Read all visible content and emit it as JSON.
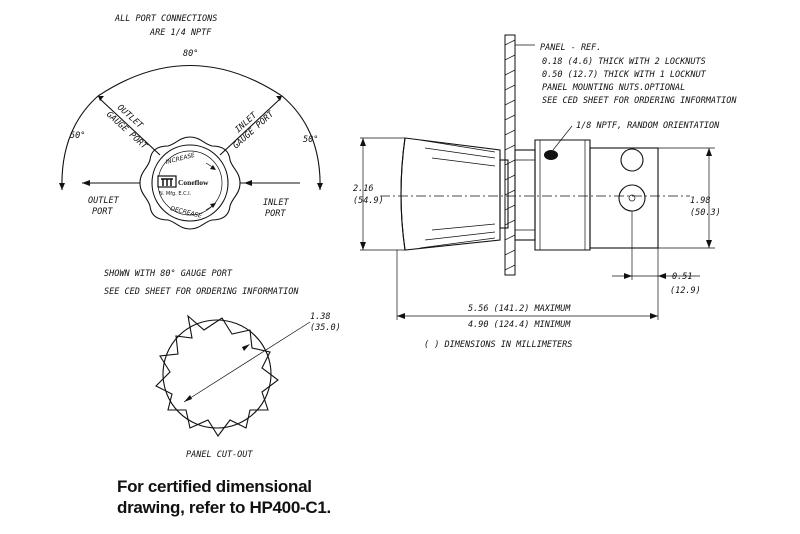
{
  "labels": {
    "port_note_1": "ALL PORT CONNECTIONS",
    "port_note_2": "ARE 1/4 NPTF",
    "angle_top": "80°",
    "angle_left": "50°",
    "angle_right": "50°",
    "outlet_gauge_1": "OUTLET",
    "outlet_gauge_2": "GAUGE PORT",
    "inlet_gauge_1": "INLET",
    "inlet_gauge_2": "GAUGE PORT",
    "increase": "INCREASE",
    "decrease": "DECREASE",
    "outlet_port_1": "OUTLET",
    "outlet_port_2": "PORT",
    "inlet_port_1": "INLET",
    "inlet_port_2": "PORT",
    "logo_brand": "Coneflow",
    "logo_sub": "N. Mfg. E.C.I.",
    "shown_1": "SHOWN WITH 80° GAUGE PORT",
    "shown_2": "SEE CED SHEET FOR ORDERING INFORMATION",
    "cutout_dia_1": "1.38",
    "cutout_dia_2": "(35.0)",
    "panel_cutout": "PANEL CUT-OUT",
    "panel_ref_1": "PANEL - REF.",
    "panel_ref_2": "0.18 (4.6) THICK WITH 2 LOCKNUTS",
    "panel_ref_3": "0.50 (12.7) THICK WITH 1 LOCKNUT",
    "panel_ref_4": "PANEL MOUNTING NUTS.OPTIONAL",
    "panel_ref_5": "SEE CED SHEET FOR ORDERING INFORMATION",
    "nptf_note": "1/8 NPTF, RANDOM ORIENTATION",
    "dia_left_1": "2.16",
    "dia_left_2": "(54.9)",
    "dia_right_1": "1.98",
    "dia_right_2": "(50.3)",
    "dim_051_1": "0.51",
    "dim_051_2": "(12.9)",
    "dim_max": "5.56 (141.2) MAXIMUM",
    "dim_min": "4.90 (124.4) MINIMUM",
    "units_note": "(    ) DIMENSIONS IN MILLIMETERS"
  },
  "footer": {
    "line1": "For certified dimensional",
    "line2": "drawing, refer to HP400-C1."
  }
}
